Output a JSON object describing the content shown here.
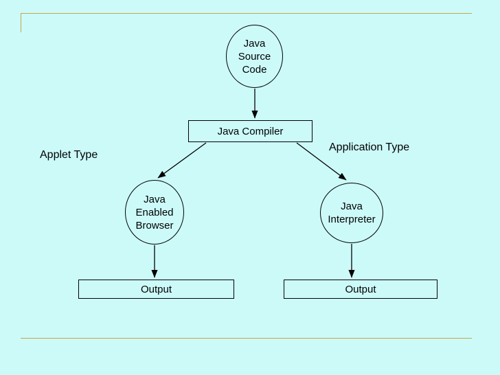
{
  "slide": {
    "background_color": "#ccfaf9",
    "rule_color": "#c8a34a"
  },
  "diagram": {
    "type": "flowchart",
    "nodes": [
      {
        "id": "source",
        "shape": "ellipse",
        "label": "Java\nSource\nCode"
      },
      {
        "id": "compiler",
        "shape": "rectangle",
        "label": "Java Compiler"
      },
      {
        "id": "browser",
        "shape": "ellipse",
        "label": "Java\nEnabled\nBrowser"
      },
      {
        "id": "interpreter",
        "shape": "ellipse",
        "label": "Java\nInterpreter"
      },
      {
        "id": "output_left",
        "shape": "rectangle",
        "label": "Output"
      },
      {
        "id": "output_right",
        "shape": "rectangle",
        "label": "Output"
      }
    ],
    "edge_labels": {
      "applet_branch": "Applet Type",
      "application_branch": "Application Type"
    },
    "edges": [
      {
        "from": "source",
        "to": "compiler"
      },
      {
        "from": "compiler",
        "to": "browser"
      },
      {
        "from": "compiler",
        "to": "interpreter"
      },
      {
        "from": "browser",
        "to": "output_left"
      },
      {
        "from": "interpreter",
        "to": "output_right"
      }
    ]
  }
}
